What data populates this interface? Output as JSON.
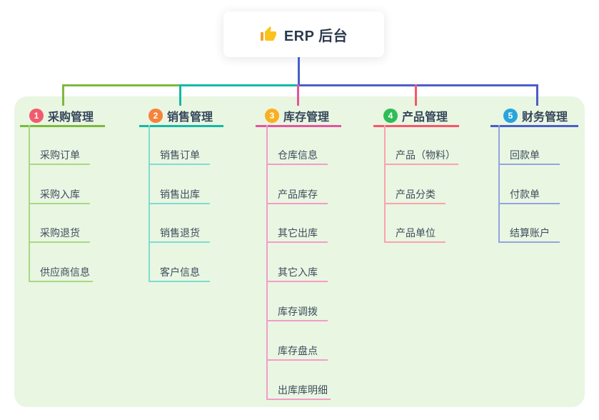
{
  "root": {
    "title": "ERP 后台",
    "icon": "thumbs-up-icon"
  },
  "colors": {
    "panel_bg": "#e9f6e2",
    "root_line": "#4a5ec8",
    "thumb_main": "#fcc21d",
    "thumb_cuff": "#f0a330"
  },
  "branches": [
    {
      "index": "1",
      "label": "采购管理",
      "badge_color": "#f25b6e",
      "line_color": "#7cb93f",
      "light_color": "#a9d884",
      "children": [
        "采购订单",
        "采购入库",
        "采购退货",
        "供应商信息"
      ]
    },
    {
      "index": "2",
      "label": "销售管理",
      "badge_color": "#f6823b",
      "line_color": "#14b8a8",
      "light_color": "#7fdcd0",
      "children": [
        "销售订单",
        "销售出库",
        "销售退货",
        "客户信息"
      ]
    },
    {
      "index": "3",
      "label": "库存管理",
      "badge_color": "#f8b020",
      "line_color": "#e5549f",
      "light_color": "#f59bc8",
      "children": [
        "仓库信息",
        "产品库存",
        "其它出库",
        "其它入库",
        "库存调拨",
        "库存盘点",
        "出库库明细"
      ]
    },
    {
      "index": "4",
      "label": "产品管理",
      "badge_color": "#2ebd57",
      "line_color": "#f7566a",
      "light_color": "#faa3ab",
      "children": [
        "产品（物料）",
        "产品分类",
        "产品单位"
      ]
    },
    {
      "index": "5",
      "label": "财务管理",
      "badge_color": "#29a4dc",
      "line_color": "#4a5ec8",
      "light_color": "#93a4e0",
      "children": [
        "回款单",
        "付款单",
        "结算账户"
      ]
    }
  ]
}
